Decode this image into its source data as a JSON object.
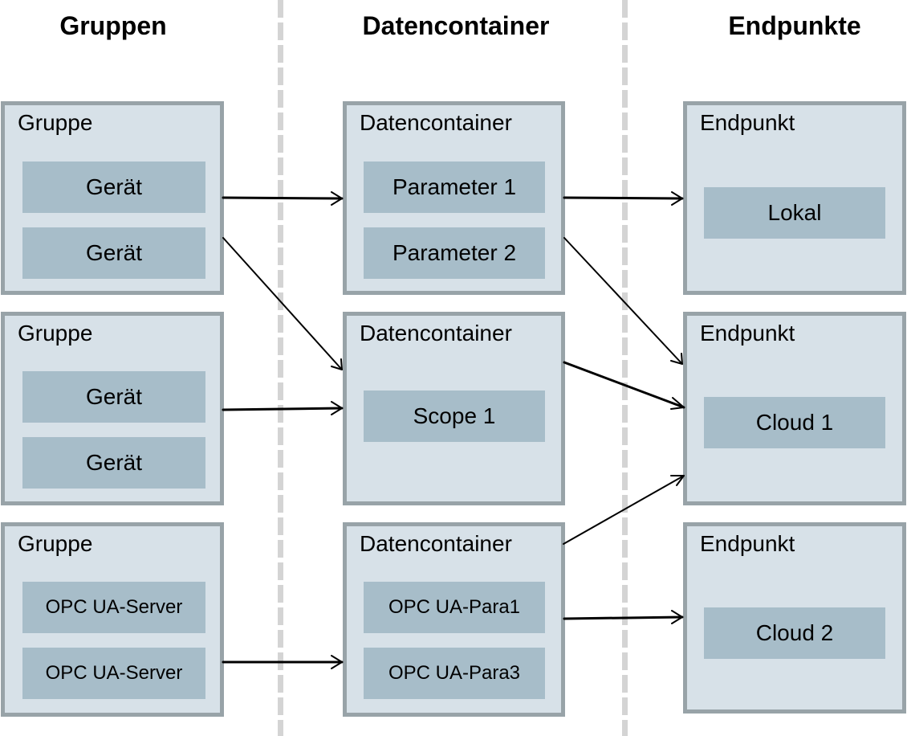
{
  "columns": {
    "left": {
      "title": "Gruppen"
    },
    "middle": {
      "title": "Datencontainer"
    },
    "right": {
      "title": "Endpunkte"
    }
  },
  "groups": [
    {
      "title": "Gruppe",
      "items": [
        "Gerät",
        "Gerät"
      ]
    },
    {
      "title": "Gruppe",
      "items": [
        "Gerät",
        "Gerät"
      ]
    },
    {
      "title": "Gruppe",
      "items": [
        "OPC UA-Server",
        "OPC UA-Server"
      ]
    }
  ],
  "containers": [
    {
      "title": "Datencontainer",
      "items": [
        "Parameter 1",
        "Parameter 2"
      ]
    },
    {
      "title": "Datencontainer",
      "items": [
        "Scope 1"
      ]
    },
    {
      "title": "Datencontainer",
      "items": [
        "OPC UA-Para1",
        "OPC UA-Para3"
      ]
    }
  ],
  "endpoints": [
    {
      "title": "Endpunkt",
      "items": [
        "Lokal"
      ]
    },
    {
      "title": "Endpunkt",
      "items": [
        "Cloud 1"
      ]
    },
    {
      "title": "Endpunkt",
      "items": [
        "Cloud 2"
      ]
    }
  ],
  "connections": [
    {
      "from": "group-1 item-1",
      "to": "container-1"
    },
    {
      "from": "group-1 item-2",
      "to": "container-2"
    },
    {
      "from": "group-2 item-1",
      "to": "container-2"
    },
    {
      "from": "group-3 item-2",
      "to": "container-3"
    },
    {
      "from": "container-1 item-1",
      "to": "endpoint-1"
    },
    {
      "from": "container-1 item-2",
      "to": "endpoint-2"
    },
    {
      "from": "container-2",
      "to": "endpoint-2"
    },
    {
      "from": "container-3",
      "to": "endpoint-2"
    },
    {
      "from": "container-3 item-1",
      "to": "endpoint-3"
    }
  ],
  "colors": {
    "box_fill": "#d7e1e8",
    "box_border": "#98a3a8",
    "item_fill": "#a7bdc9",
    "separator": "#d4d4d4",
    "arrow": "#000000"
  }
}
